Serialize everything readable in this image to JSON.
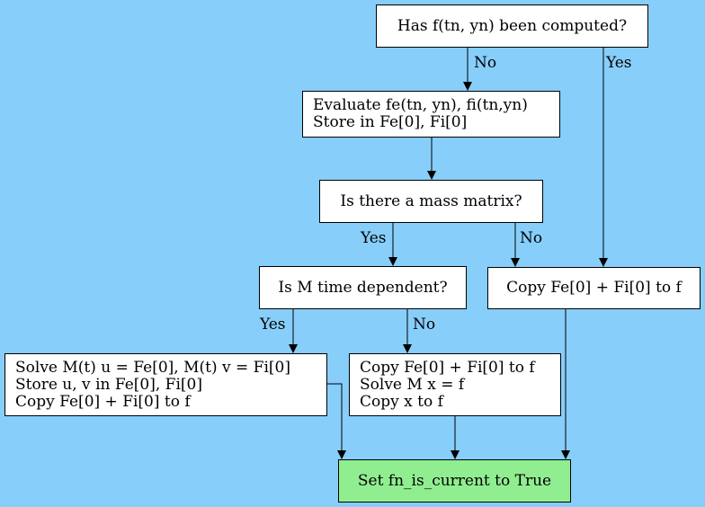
{
  "colors": {
    "background": "#87cefa",
    "node_fill": "#ffffff",
    "terminal_fill": "#90ee90",
    "stroke": "#000000"
  },
  "nodes": {
    "computed_question": {
      "lines": [
        "Has f(tn, yn) been computed?"
      ]
    },
    "evaluate": {
      "lines": [
        "Evaluate fe(tn, yn), fi(tn,yn)",
        "Store in Fe[0], Fi[0]"
      ]
    },
    "mass_question": {
      "lines": [
        "Is there a mass matrix?"
      ]
    },
    "time_dependent_question": {
      "lines": [
        "Is M time dependent?"
      ]
    },
    "copy_sum": {
      "lines": [
        "Copy Fe[0] + Fi[0] to f"
      ]
    },
    "solve_time_dependent": {
      "lines": [
        "Solve M(t) u = Fe[0], M(t) v = Fi[0]",
        "Store u, v in Fe[0], Fi[0]",
        "Copy Fe[0] + Fi[0] to f"
      ]
    },
    "solve_constant": {
      "lines": [
        "Copy Fe[0] + Fi[0] to f",
        "Solve M x = f",
        "Copy x to f"
      ]
    },
    "set_current": {
      "lines": [
        "Set fn_is_current to True"
      ]
    }
  },
  "edge_labels": {
    "computed_no": "No",
    "computed_yes": "Yes",
    "mass_yes": "Yes",
    "mass_no": "No",
    "time_yes": "Yes",
    "time_no": "No"
  }
}
